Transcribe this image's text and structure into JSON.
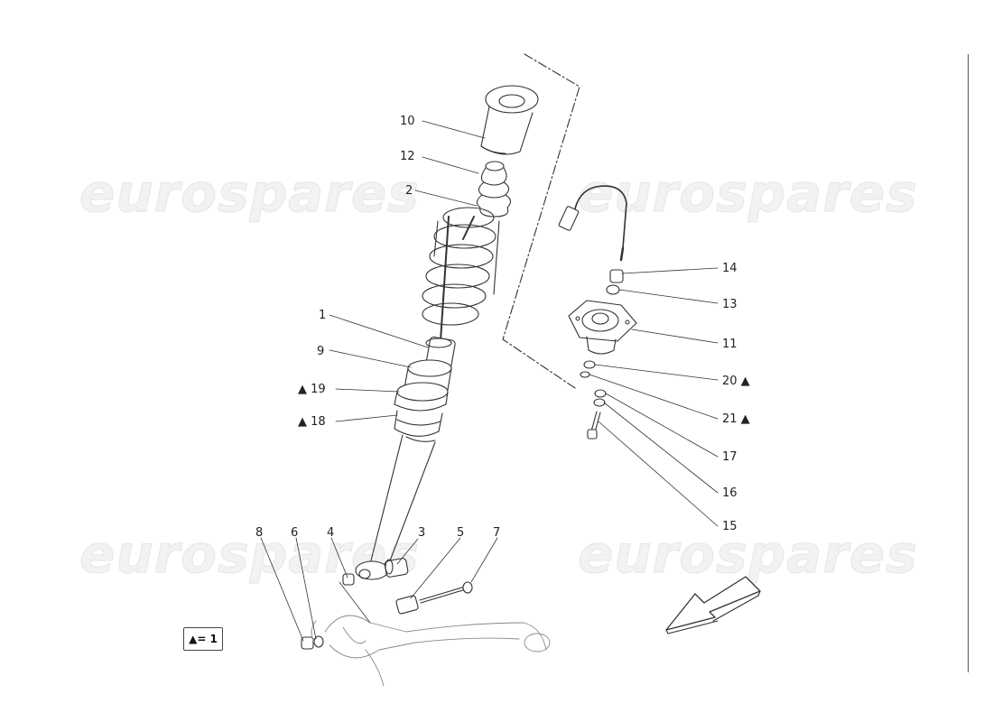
{
  "watermark": {
    "text": "eurospares"
  },
  "legend": {
    "text": "▲= 1"
  },
  "callouts": [
    {
      "id": "10",
      "text": "10"
    },
    {
      "id": "12",
      "text": "12"
    },
    {
      "id": "2",
      "text": "2"
    },
    {
      "id": "1",
      "text": "1"
    },
    {
      "id": "9",
      "text": "9"
    },
    {
      "id": "19",
      "text": "▲ 19"
    },
    {
      "id": "18",
      "text": "▲ 18"
    },
    {
      "id": "8",
      "text": "8"
    },
    {
      "id": "6",
      "text": "6"
    },
    {
      "id": "4",
      "text": "4"
    },
    {
      "id": "3",
      "text": "3"
    },
    {
      "id": "5",
      "text": "5"
    },
    {
      "id": "7",
      "text": "7"
    },
    {
      "id": "14",
      "text": "14"
    },
    {
      "id": "13",
      "text": "13"
    },
    {
      "id": "11",
      "text": "11"
    },
    {
      "id": "20",
      "text": "20 ▲"
    },
    {
      "id": "21",
      "text": "21 ▲"
    },
    {
      "id": "17",
      "text": "17"
    },
    {
      "id": "16",
      "text": "16"
    },
    {
      "id": "15",
      "text": "15"
    }
  ]
}
